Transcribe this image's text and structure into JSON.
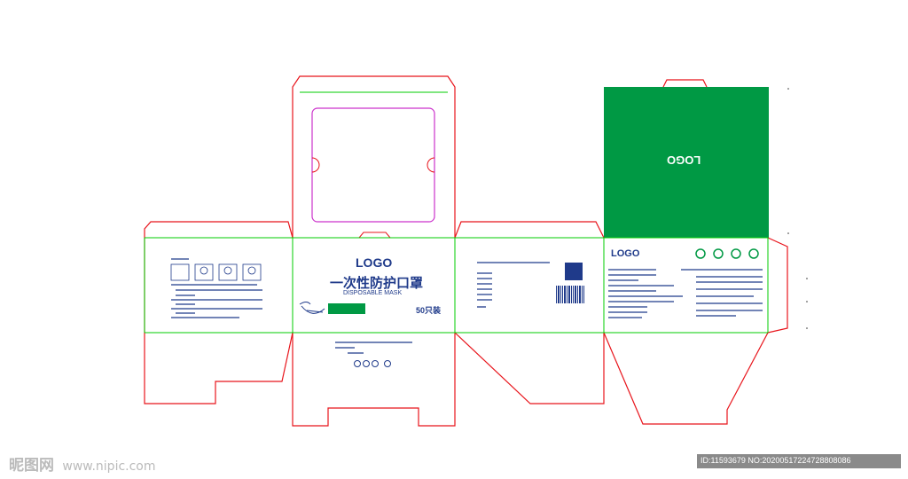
{
  "front": {
    "logo": "LOGO",
    "product_name": "一次性防护口罩",
    "english_name": "DISPOSABLE MASK",
    "count_label": "50只装"
  },
  "right_panel": {
    "logo": "LOGO"
  },
  "top_green_panel": {
    "logo_mirrored": "LOGO",
    "color": "#009944"
  },
  "watermark": {
    "brand": "昵图网",
    "url": "www.nipic.com",
    "id_text": "ID:11593679 NO:20200517224728808086"
  },
  "colors": {
    "cut_line": "#e8141b",
    "fold_line": "#00cc00",
    "window_line": "#cc33cc",
    "brand_blue": "#1f3a8a",
    "brand_green": "#009944"
  }
}
